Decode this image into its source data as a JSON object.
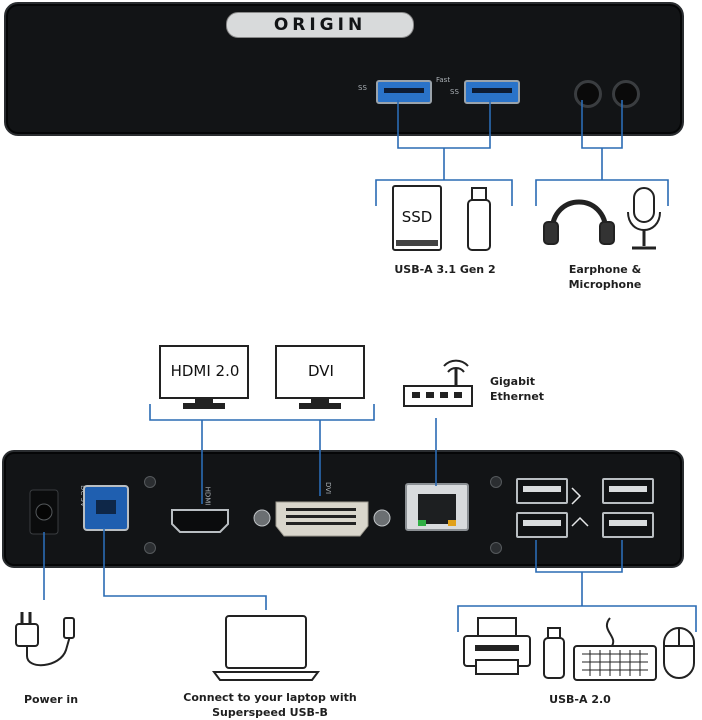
{
  "brand_logo": "ORIGIN",
  "front": {
    "usb_a_label": "USB-A 3.1 Gen 2",
    "ssd_label": "SSD",
    "audio_label_line1": "Earphone &",
    "audio_label_line2": "Microphone",
    "port_marks": [
      "SS",
      "Fast",
      "SS"
    ]
  },
  "back": {
    "hdmi_label": "HDMI 2.0",
    "dvi_label": "DVI",
    "ethernet_label_line1": "Gigabit",
    "ethernet_label_line2": "Ethernet",
    "power_label": "Power in",
    "laptop_label_line1": "Connect to your laptop with",
    "laptop_label_line2": "Superspeed USB-B",
    "usb2_label": "USB-A 2.0",
    "port_marks": [
      "DC 5V",
      "HDMI",
      "DVI"
    ]
  },
  "colors": {
    "accent": "#2a6bb4",
    "device": "#121416",
    "usb3_blue": "#2a73c9"
  },
  "icons": [
    "ssd-icon",
    "usb-stick-icon",
    "headphones-icon",
    "microphone-icon",
    "monitor-icon",
    "router-icon",
    "power-adapter-icon",
    "laptop-icon",
    "printer-icon",
    "keyboard-icon",
    "mouse-icon"
  ]
}
